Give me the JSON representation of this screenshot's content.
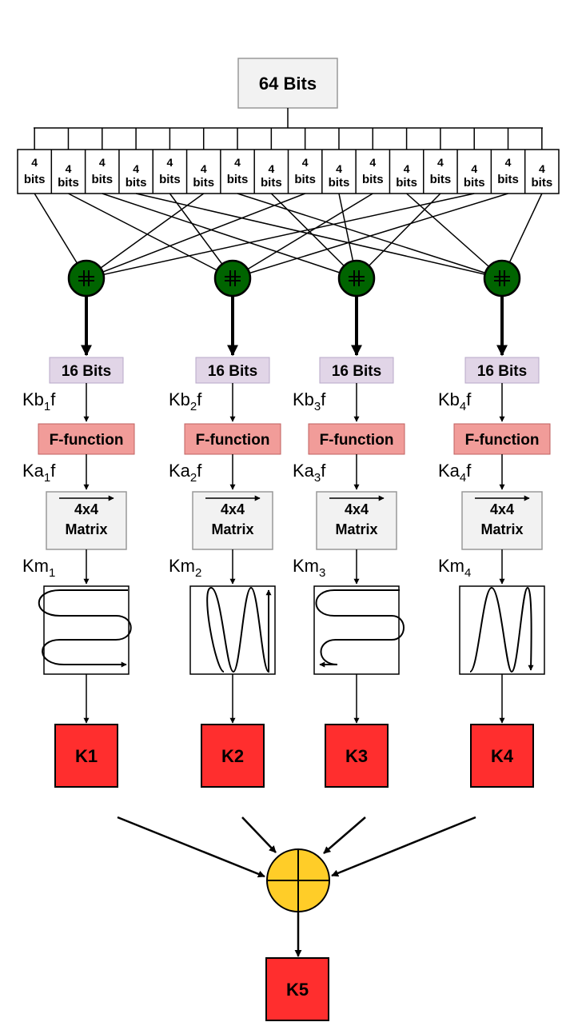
{
  "input_block": {
    "label": "64 Bits"
  },
  "nibble_cells": [
    {
      "top": "4",
      "bottom": "bits"
    },
    {
      "top": "4",
      "bottom": "bits"
    },
    {
      "top": "4",
      "bottom": "bits"
    },
    {
      "top": "4",
      "bottom": "bits"
    },
    {
      "top": "4",
      "bottom": "bits"
    },
    {
      "top": "4",
      "bottom": "bits"
    },
    {
      "top": "4",
      "bottom": "bits"
    },
    {
      "top": "4",
      "bottom": "bits"
    },
    {
      "top": "4",
      "bottom": "bits"
    },
    {
      "top": "4",
      "bottom": "bits"
    },
    {
      "top": "4",
      "bottom": "bits"
    },
    {
      "top": "4",
      "bottom": "bits"
    },
    {
      "top": "4",
      "bottom": "bits"
    },
    {
      "top": "4",
      "bottom": "bits"
    },
    {
      "top": "4",
      "bottom": "bits"
    },
    {
      "top": "4",
      "bottom": "bits"
    }
  ],
  "columns": [
    {
      "block16": "16 Bits",
      "kb": {
        "base": "Kb",
        "sub": "1",
        "suffix": "f"
      },
      "ffunction": "F-function",
      "ka": {
        "base": "Ka",
        "sub": "1",
        "suffix": "f"
      },
      "matrix": {
        "line1": "4x4",
        "line2": "Matrix"
      },
      "km": {
        "base": "Km",
        "sub": "1"
      },
      "key": "K1"
    },
    {
      "block16": "16 Bits",
      "kb": {
        "base": "Kb",
        "sub": "2",
        "suffix": "f"
      },
      "ffunction": "F-function",
      "ka": {
        "base": "Ka",
        "sub": "2",
        "suffix": "f"
      },
      "matrix": {
        "line1": "4x4",
        "line2": "Matrix"
      },
      "km": {
        "base": "Km",
        "sub": "2"
      },
      "key": "K2"
    },
    {
      "block16": "16 Bits",
      "kb": {
        "base": "Kb",
        "sub": "3",
        "suffix": "f"
      },
      "ffunction": "F-function",
      "ka": {
        "base": "Ka",
        "sub": "3",
        "suffix": "f"
      },
      "matrix": {
        "line1": "4x4",
        "line2": "Matrix"
      },
      "km": {
        "base": "Km",
        "sub": "3"
      },
      "key": "K3"
    },
    {
      "block16": "16 Bits",
      "kb": {
        "base": "Kb",
        "sub": "4",
        "suffix": "f"
      },
      "ffunction": "F-function",
      "ka": {
        "base": "Ka",
        "sub": "4",
        "suffix": "f"
      },
      "matrix": {
        "line1": "4x4",
        "line2": "Matrix"
      },
      "km": {
        "base": "Km",
        "sub": "4"
      },
      "key": "K4"
    }
  ],
  "output_key": "K5",
  "colors": {
    "input_block_fill": "#f2f2f2",
    "block16_fill": "#e1d5e7",
    "ffunction_fill": "#f19c99",
    "matrix_fill": "#f2f2f2",
    "key_fill": "#ff2e2e",
    "concat_node_fill": "#006400",
    "xor_node_fill": "#ffcd28"
  },
  "icons": {
    "concat_node": "concatenation-operator-icon",
    "xor_node": "xor-operator-icon",
    "matrix_arrow": "right-arrow-icon",
    "traversal": "traversal-path-icon"
  }
}
